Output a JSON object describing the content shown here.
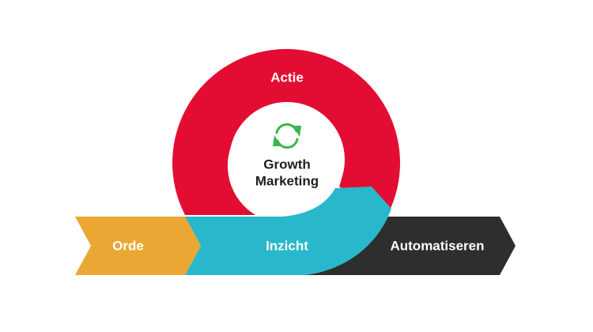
{
  "diagram": {
    "stages": {
      "orde": "Orde",
      "inzicht": "Inzicht",
      "automatiseren": "Automatiseren",
      "actie": "Actie"
    },
    "center": {
      "line1": "Growth",
      "line2": "Marketing",
      "icon": "refresh-cycle-icon"
    }
  },
  "colors": {
    "actie": "#e30d33",
    "orde": "#eba733",
    "inzicht": "#29b7cc",
    "automatiseren": "#2e2e2e",
    "label": "#ffffff",
    "center_text": "#1f1f1f",
    "icon": "#3cb54a"
  }
}
